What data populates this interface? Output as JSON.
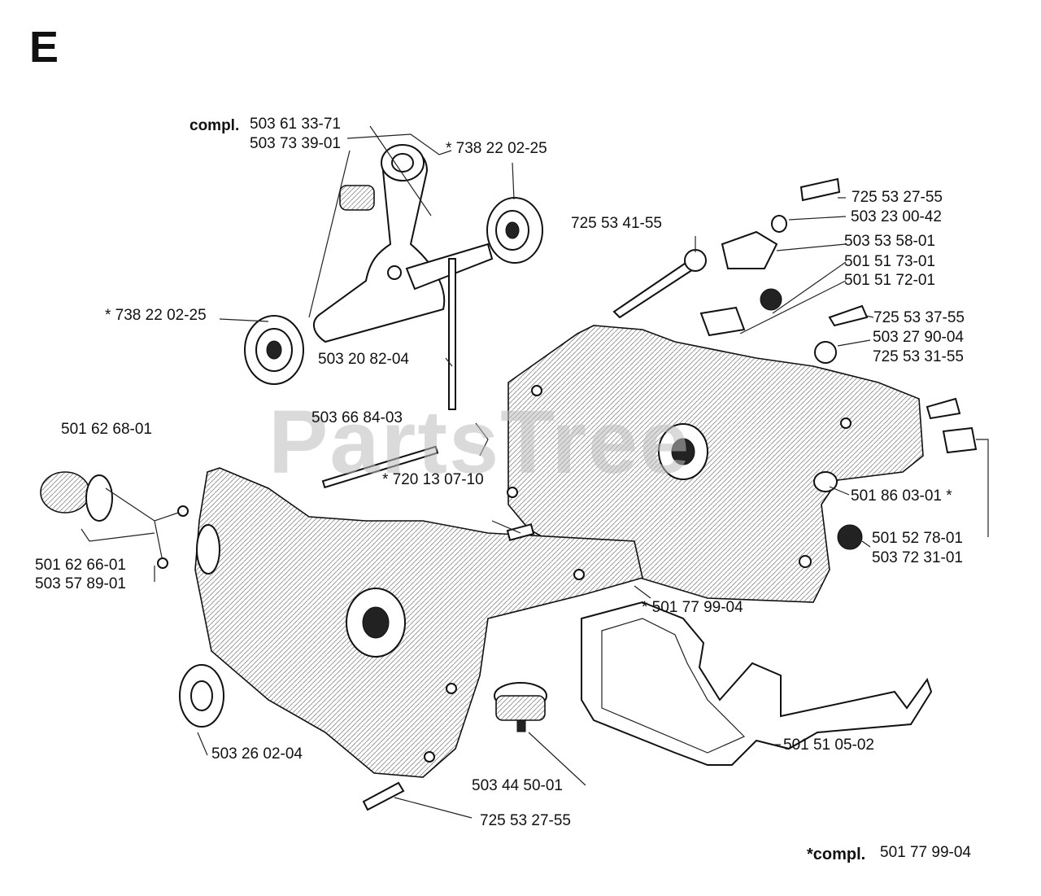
{
  "section_letter": "E",
  "watermark": "PartsTree",
  "labels": {
    "compl_prefix": "compl.",
    "crank_compl": "503 61 33-71",
    "crank_bearing": "503 73 39-01",
    "bearing_top": "* 738 22 02-25",
    "bearing_left": "* 738 22 02-25",
    "stud": "503 20 82-04",
    "bolt_long": "725 53 41-55",
    "screw_top": "725 53 27-55",
    "washer": "503 23 00-42",
    "bracket": "503 53 58-01",
    "nut_a": "501 51 73-01",
    "nut_b": "501 51 72-01",
    "screw_mid": "725 53 37-55",
    "plug_a": "503 27 90-04",
    "screw_c": "725 53 31-55",
    "plug_b": "501 86 03-01 *",
    "plug_c": "501 52 78-01",
    "plug_d": "503 72 31-01",
    "tube": "503 66 84-03",
    "pin": "* 720 13 07-10",
    "cap_main": "501 62 68-01",
    "cap_a": "501 62 66-01",
    "cap_b": "503 57 89-01",
    "crankcase": "* 501 77 99-04",
    "seal": "503 26 02-04",
    "gasket": "501 51 05-02",
    "filter": "503 44 50-01",
    "screw_bottom": "725 53 27-55",
    "footer_prefix": "*compl.",
    "footer_number": "501 77 99-04"
  }
}
